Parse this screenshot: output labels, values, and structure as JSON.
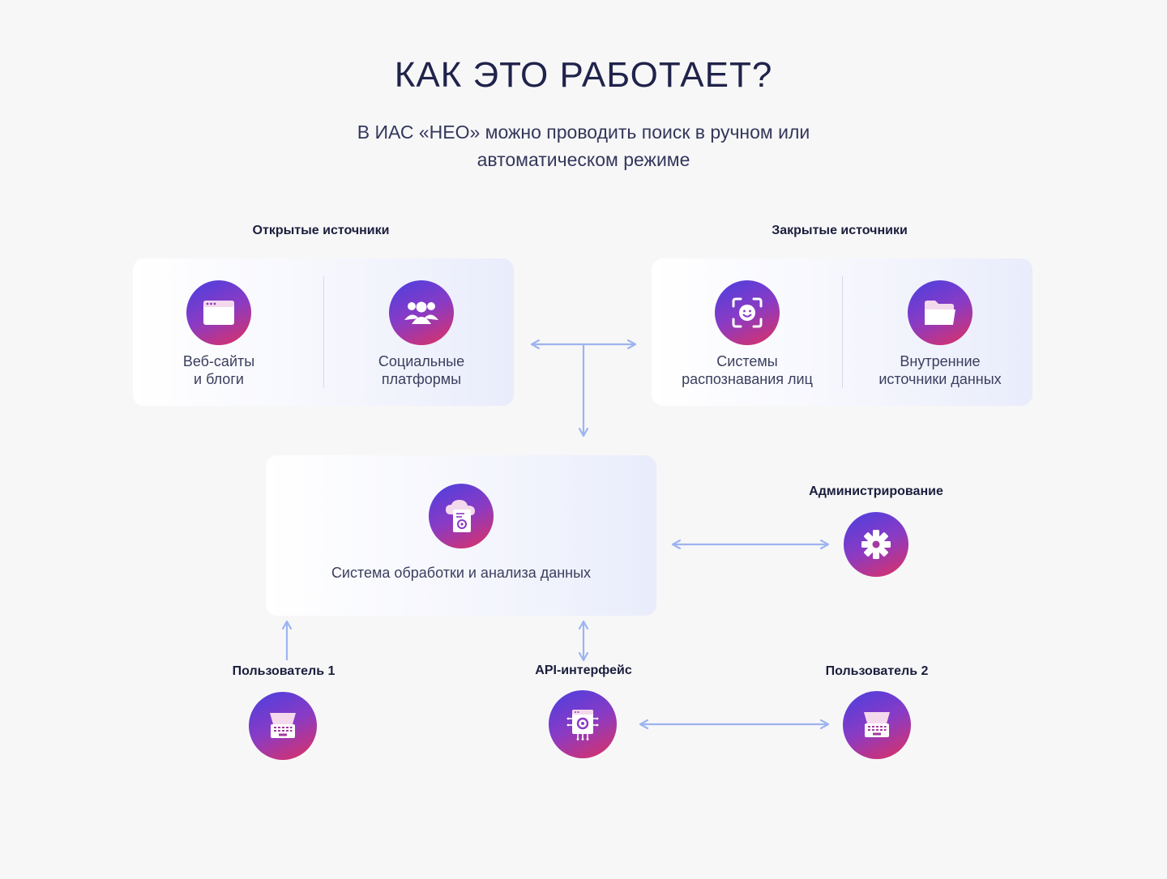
{
  "header": {
    "title": "КАК ЭТО РАБОТАЕТ?",
    "subtitle": "В ИАС «НЕО» можно проводить поиск в ручном или автоматическом режиме"
  },
  "open_sources": {
    "label": "Открытые источники",
    "items": [
      {
        "line1": "Веб-сайты",
        "line2": "и блоги",
        "icon": "browser-window-icon"
      },
      {
        "line1": "Социальные",
        "line2": "платформы",
        "icon": "users-group-icon"
      }
    ]
  },
  "closed_sources": {
    "label": "Закрытые источники",
    "items": [
      {
        "line1": "Системы",
        "line2": "распознавания лиц",
        "icon": "face-scan-icon"
      },
      {
        "line1": "Внутренние",
        "line2": "источники данных",
        "icon": "folder-icon"
      }
    ]
  },
  "core": {
    "caption": "Система обработки и анализа данных",
    "icon": "cloud-document-gear-icon"
  },
  "administration": {
    "label": "Администрирование",
    "icon": "gear-icon"
  },
  "user1": {
    "label": "Пользователь 1",
    "icon": "laptop-icon"
  },
  "api": {
    "label": "API-интерфейс",
    "icon": "chip-gear-icon"
  },
  "user2": {
    "label": "Пользователь 2",
    "icon": "laptop-icon"
  },
  "colors": {
    "arrow": "#9db4f0",
    "gradient_start": "#4a3fe0",
    "gradient_end": "#e0305f",
    "text_dark": "#1b1e3c"
  }
}
